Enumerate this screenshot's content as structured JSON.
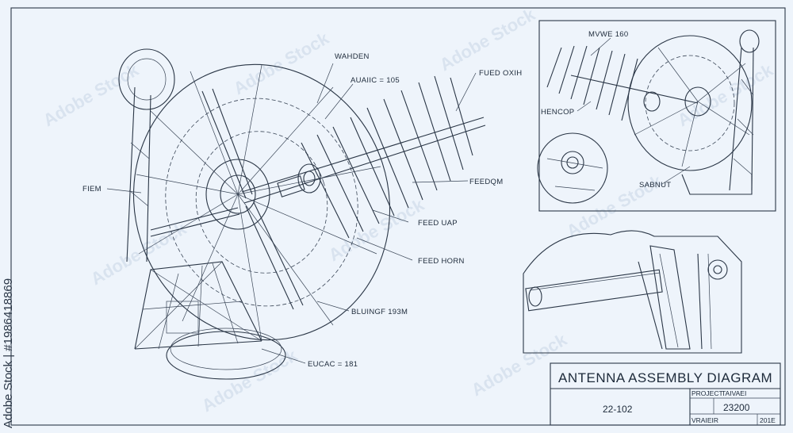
{
  "labels": {
    "wahden": "WAHDEN",
    "auaiic": "AUAIIC = 105",
    "fued": "FUED OXIH",
    "fiem": "FIEM",
    "feedqm": "FEEDQM",
    "feed_uap": "FEED UAP",
    "feed_horn": "FEED HORN",
    "bluingf": "BLUINGF 193M",
    "eucac": "EUCAC = 181",
    "mwe": "MVWE 160",
    "hencop": "HENCOP",
    "sabnut": "SABNUT"
  },
  "title_block": {
    "title": "ANTENNA ASSEMBLY DIAGRAM",
    "number": "22-102",
    "project_label": "PROJECT",
    "project_value": "TAIVAEI",
    "code": "23200",
    "version_label": "VRAIEIR",
    "year": "201E"
  },
  "stock_id": "Adobe Stock | #1986418869",
  "watermark": "Adobe Stock",
  "colors": {
    "background": "#eef4fb",
    "ink": "#2a3646",
    "watermark": "#c9d6e6"
  }
}
